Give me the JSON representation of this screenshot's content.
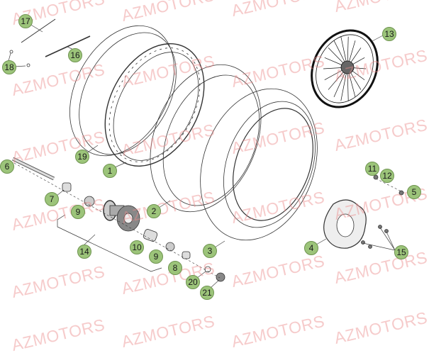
{
  "watermark": "AZMOTORS",
  "label_color": "#9cc47a",
  "watermark_color": "#eb8c8c",
  "callouts": [
    {
      "id": "17",
      "part": "spoke-long"
    },
    {
      "id": "16",
      "part": "spoke"
    },
    {
      "id": "18",
      "part": "spoke-nipple"
    },
    {
      "id": "13",
      "part": "complete-wheel"
    },
    {
      "id": "6",
      "part": "axle"
    },
    {
      "id": "19",
      "part": "rim-tape"
    },
    {
      "id": "1",
      "part": "rim"
    },
    {
      "id": "7",
      "part": "spacer"
    },
    {
      "id": "11",
      "part": "bolt"
    },
    {
      "id": "12",
      "part": "washer"
    },
    {
      "id": "5",
      "part": "disc-bolt"
    },
    {
      "id": "9",
      "part": "bearing"
    },
    {
      "id": "2",
      "part": "inner-tube"
    },
    {
      "id": "4",
      "part": "brake-disc"
    },
    {
      "id": "14",
      "part": "hub-assembly"
    },
    {
      "id": "10",
      "part": "bearing-spacer"
    },
    {
      "id": "9",
      "part": "bearing"
    },
    {
      "id": "3",
      "part": "tire"
    },
    {
      "id": "15",
      "part": "disc-bolts"
    },
    {
      "id": "8",
      "part": "spacer"
    },
    {
      "id": "20",
      "part": "washer"
    },
    {
      "id": "21",
      "part": "axle-nut"
    }
  ]
}
